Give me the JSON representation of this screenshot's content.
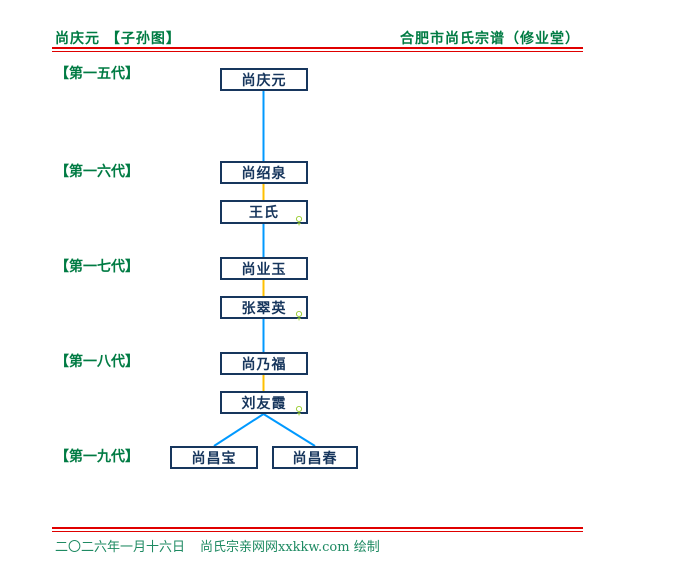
{
  "header": {
    "left_title": "尚庆元 【子孙图】",
    "right_title": "合肥市尚氏宗谱（修业堂）"
  },
  "generations": [
    {
      "label": "【第一五代】"
    },
    {
      "label": "【第一六代】"
    },
    {
      "label": "【第一七代】"
    },
    {
      "label": "【第一八代】"
    },
    {
      "label": "【第一九代】"
    }
  ],
  "people": [
    {
      "name": "尚庆元",
      "generation": "第一五代",
      "female": false
    },
    {
      "name": "尚绍泉",
      "generation": "第一六代",
      "female": false
    },
    {
      "name": "王氏",
      "generation": "第一六代",
      "female": true
    },
    {
      "name": "尚业玉",
      "generation": "第一七代",
      "female": false
    },
    {
      "name": "张翠英",
      "generation": "第一七代",
      "female": true
    },
    {
      "name": "尚乃福",
      "generation": "第一八代",
      "female": false
    },
    {
      "name": "刘友霞",
      "generation": "第一八代",
      "female": true
    },
    {
      "name": "尚昌宝",
      "generation": "第一九代",
      "female": false
    },
    {
      "name": "尚昌春",
      "generation": "第一九代",
      "female": false
    }
  ],
  "symbols": {
    "female_mark": "♀"
  },
  "footer": {
    "date": "二〇二六年一月十六日",
    "credit": "尚氏宗亲网网xxkkw.com 绘制"
  },
  "colors": {
    "header_green": "#007B43",
    "footer_green": "#1E8A62",
    "box_border_navy": "#17365D",
    "descent_line_blue": "#0099FF",
    "spouse_line_gold": "#FFC000",
    "rule_red": "#E00000",
    "female_mark_green": "#9ACD32"
  }
}
